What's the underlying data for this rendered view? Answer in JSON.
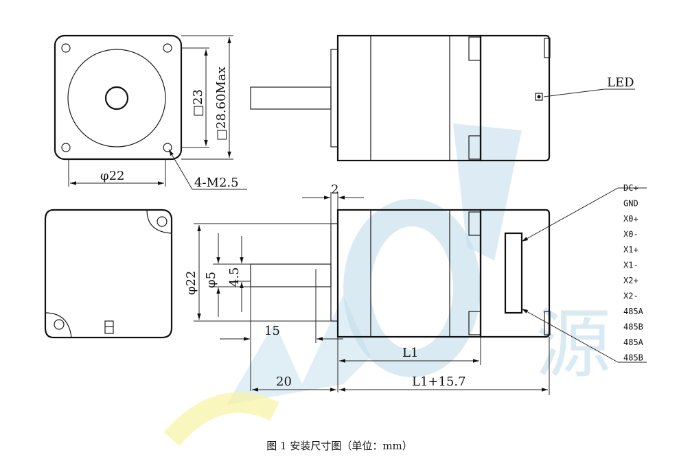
{
  "caption": "图 1   安装尺寸图（单位：mm）",
  "watermark": {
    "text": "源",
    "color_blue": "#7fb6d6",
    "color_yellow": "#f2ea57"
  },
  "front_view": {
    "square_23": "□23",
    "square_max": "□28.60Max",
    "diameter_22": "φ22",
    "holes": "4-M2.5"
  },
  "side_view": {
    "led": "LED"
  },
  "bottom_view": {
    "dim_2": "2",
    "dim_phi22": "φ22",
    "dim_phi5": "φ5",
    "dim_45": "4.5",
    "dim_15": "15",
    "dim_L1": "L1",
    "dim_20": "20",
    "dim_L1_157": "L1+15.7"
  },
  "pins": [
    "DC+",
    "GND",
    "X0+",
    "X0-",
    "X1+",
    "X1-",
    "X2+",
    "X2-",
    "485A",
    "485B",
    "485A",
    "485B"
  ]
}
